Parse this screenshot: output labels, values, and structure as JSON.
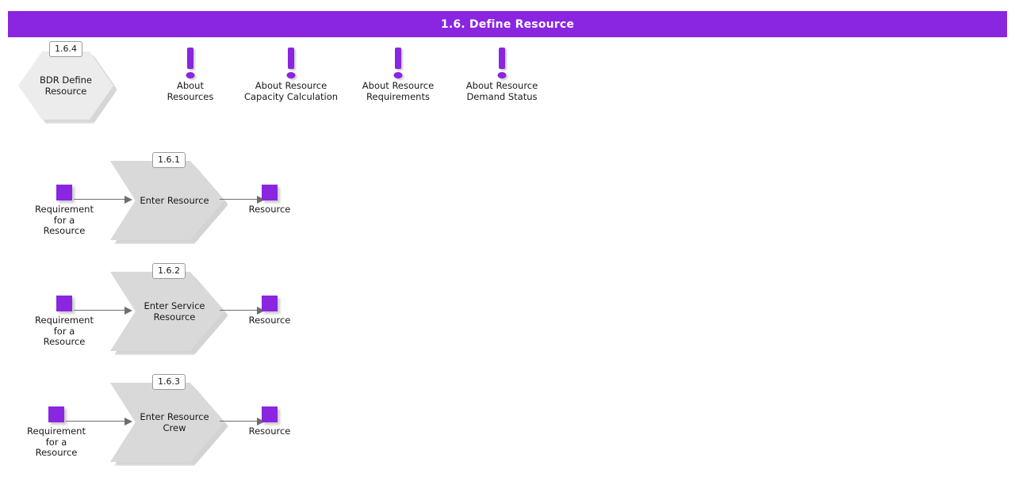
{
  "header": {
    "title": "1.6. Define Resource",
    "bar_color": "#8a25e0",
    "title_color": "#ffffff"
  },
  "colors": {
    "accent_purple": "#8a25e0",
    "shape_gray": "#d9d9d9",
    "hex_gray": "#ececec",
    "connector_gray": "#6e6e6e",
    "badge_border": "#9a9a9a"
  },
  "canvas": {
    "hexagon": {
      "id": "1.6.4",
      "label": "BDR Define\nResource",
      "shape": "hexagon"
    },
    "info_markers": [
      {
        "icon": "exclamation-icon",
        "label": "About\nResources"
      },
      {
        "icon": "exclamation-icon",
        "label": "About Resource\nCapacity Calculation"
      },
      {
        "icon": "exclamation-icon",
        "label": "About Resource\nRequirements"
      },
      {
        "icon": "exclamation-icon",
        "label": "About Resource\nDemand Status"
      }
    ],
    "flows": [
      {
        "id": "1.6.1",
        "activity": "Enter Resource",
        "input": "Requirement\nfor a\nResource",
        "output": "Resource"
      },
      {
        "id": "1.6.2",
        "activity": "Enter Service\nResource",
        "input": "Requirement\nfor a\nResource",
        "output": "Resource"
      },
      {
        "id": "1.6.3",
        "activity": "Enter Resource\nCrew",
        "input": "Requirement\nfor a\nResource",
        "output": "Resource"
      }
    ]
  }
}
